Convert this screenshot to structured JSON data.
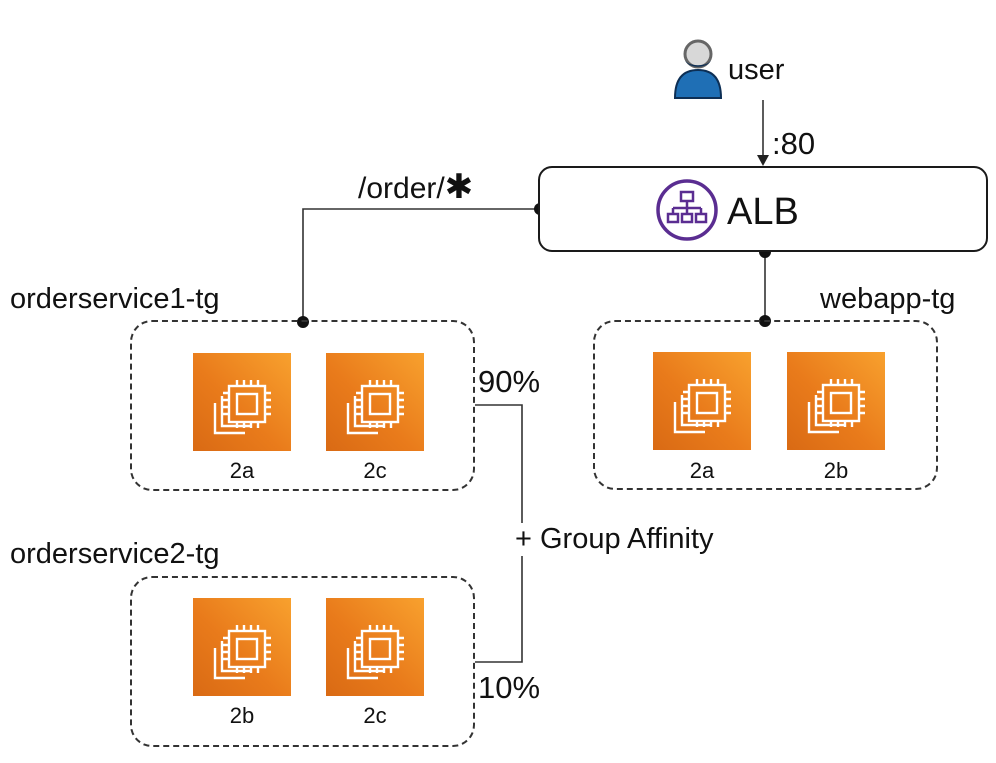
{
  "user": {
    "label": "user",
    "icon": "user-icon"
  },
  "listener": {
    "port_label": ":80"
  },
  "alb": {
    "label": "ALB",
    "icon": "load-balancer-icon"
  },
  "rule": {
    "path_label": "/order/",
    "wildcard": "✱"
  },
  "routing": {
    "weight_tg1": "90%",
    "weight_tg2": "10%",
    "stickiness_label": "+ Group Affinity"
  },
  "target_groups": {
    "orderservice1": {
      "title": "orderservice1-tg",
      "instances": [
        {
          "az": "2a"
        },
        {
          "az": "2c"
        }
      ]
    },
    "orderservice2": {
      "title": "orderservice2-tg",
      "instances": [
        {
          "az": "2b"
        },
        {
          "az": "2c"
        }
      ]
    },
    "webapp": {
      "title": "webapp-tg",
      "instances": [
        {
          "az": "2a"
        },
        {
          "az": "2b"
        }
      ]
    }
  },
  "colors": {
    "ec2_orange": "#e97b1b",
    "alb_purple": "#5a2d91",
    "user_blue": "#1f6fb5",
    "line": "#333333"
  }
}
